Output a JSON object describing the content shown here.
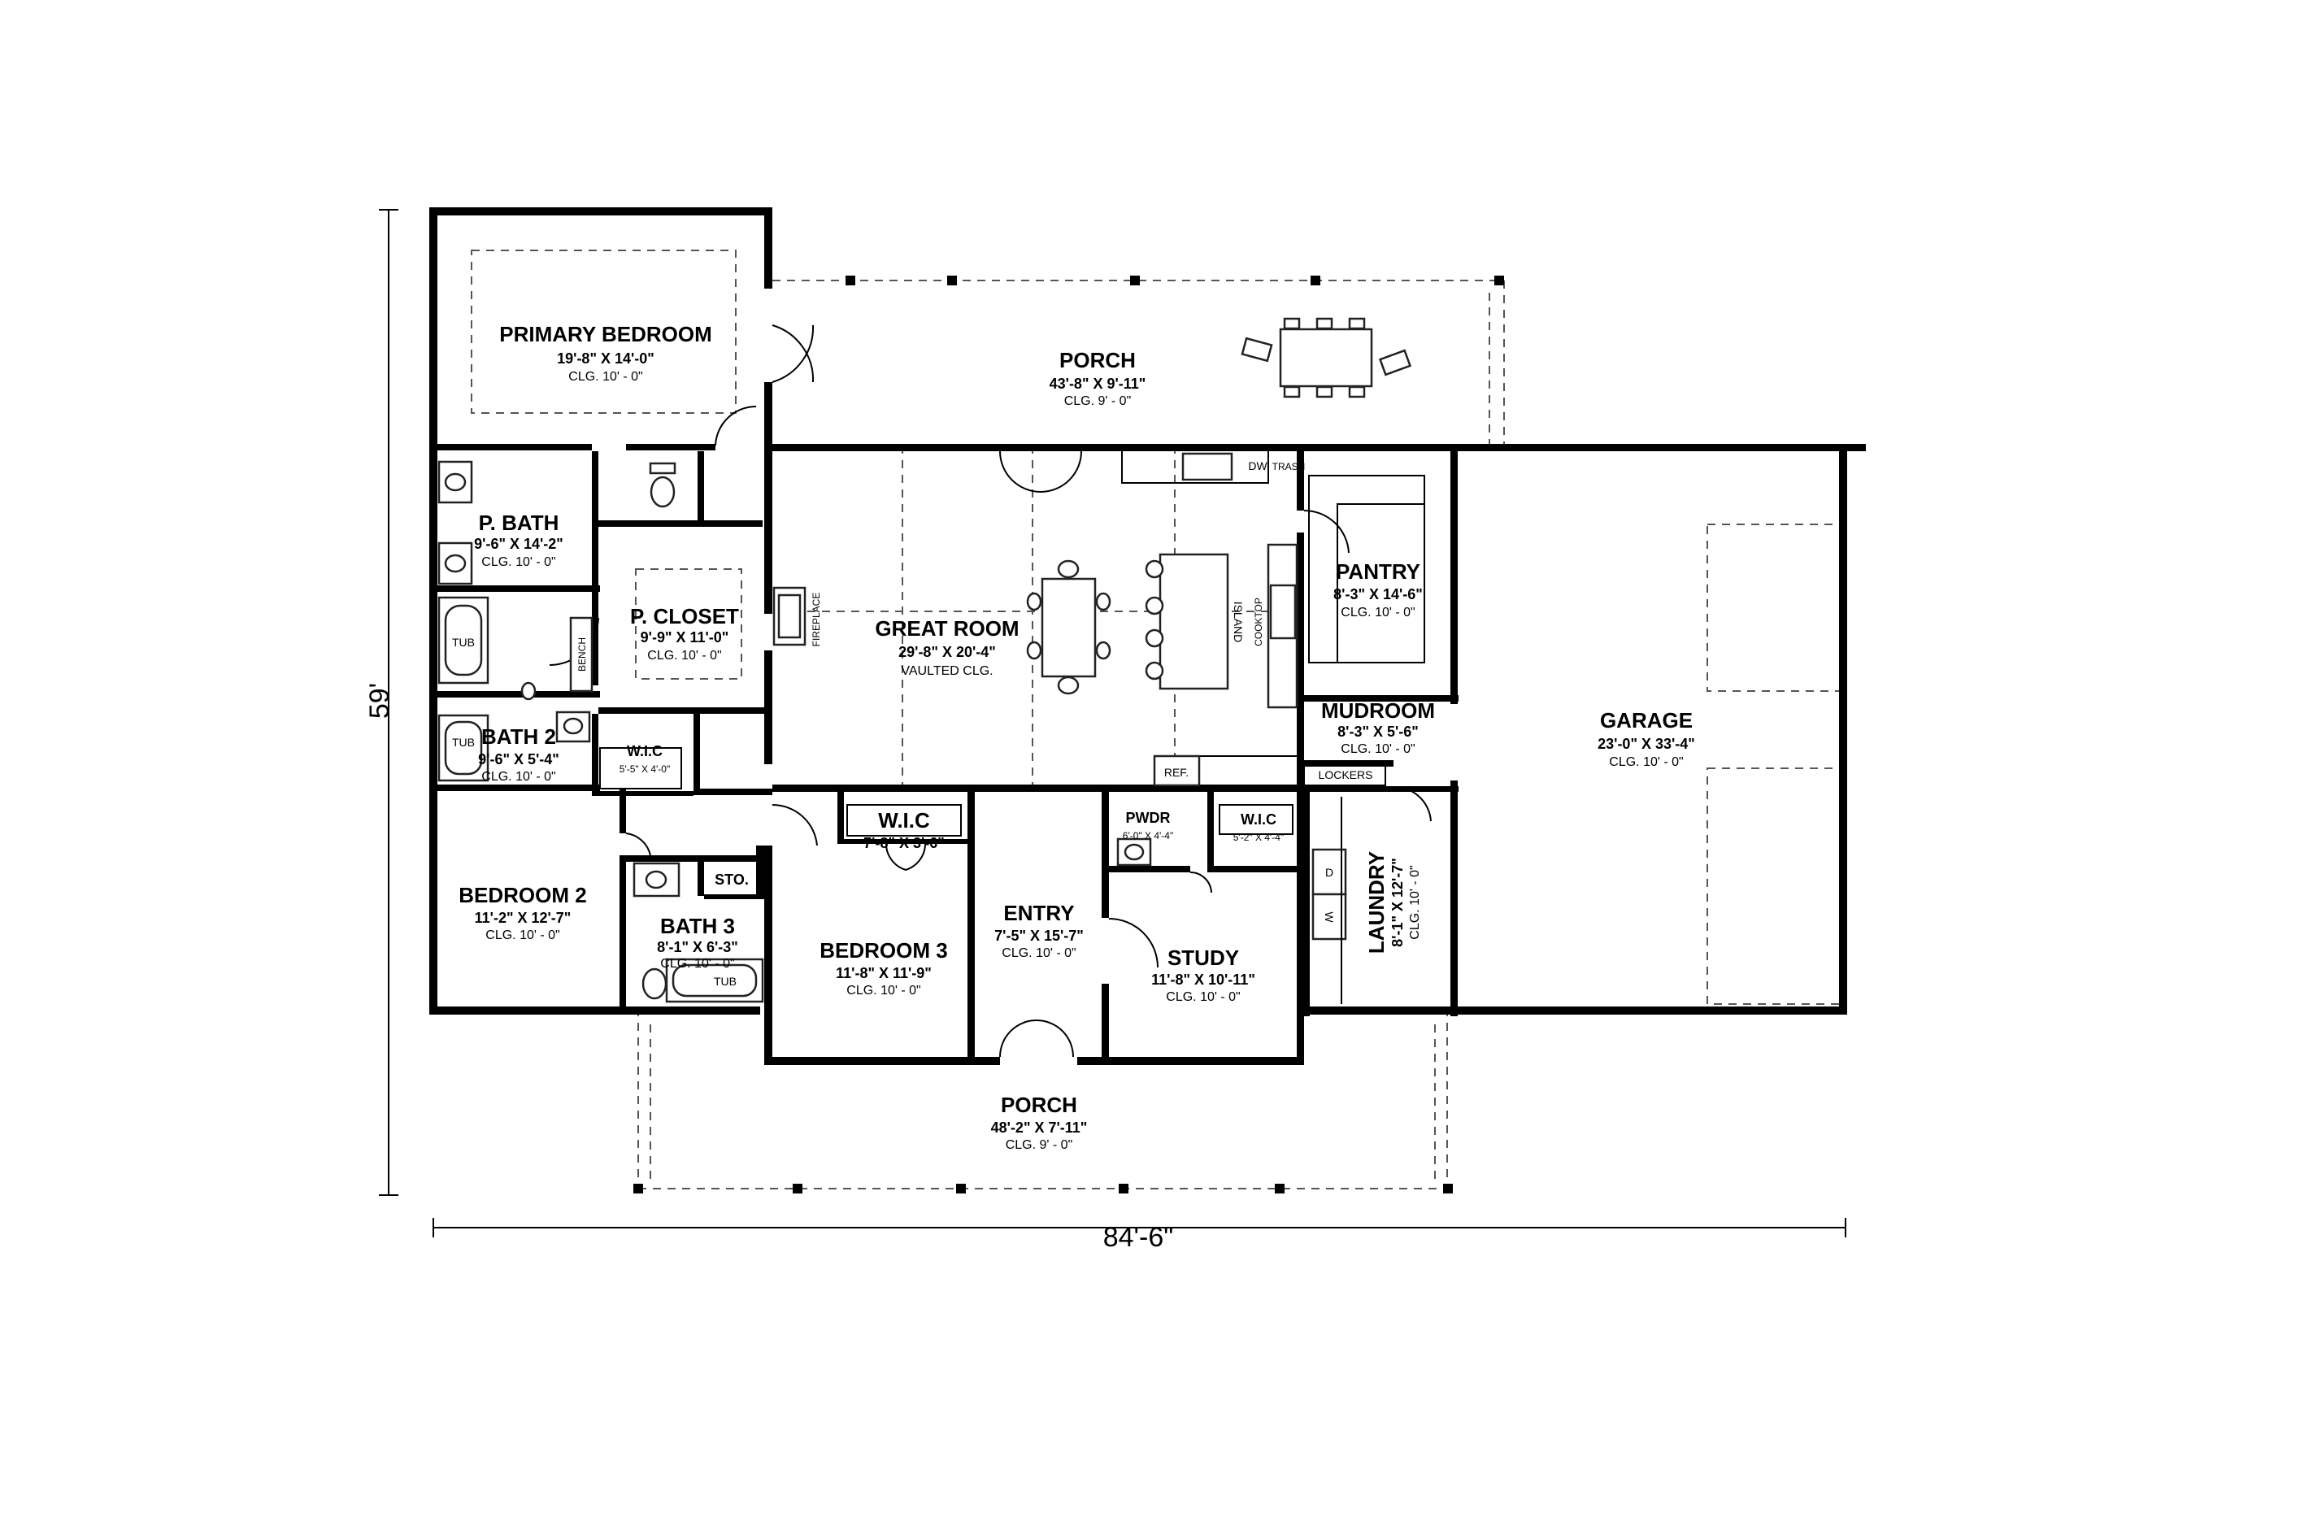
{
  "overall_width": "84'-6\"",
  "overall_depth": "59'",
  "rooms": {
    "primary_bedroom": {
      "name": "PRIMARY BEDROOM",
      "dims": "19'-8\" X 14'-0\"",
      "clg": "CLG. 10' - 0\""
    },
    "rear_porch": {
      "name": "PORCH",
      "dims": "43'-8\" X 9'-11\"",
      "clg": "CLG. 9' - 0\""
    },
    "p_bath": {
      "name": "P. BATH",
      "dims": "9'-6\" X 14'-2\"",
      "clg": "CLG. 10' - 0\""
    },
    "p_closet": {
      "name": "P. CLOSET",
      "dims": "9'-9\" X 11'-0\"",
      "clg": "CLG. 10' - 0\""
    },
    "great_room": {
      "name": "GREAT ROOM",
      "dims": "29'-8\" X 20'-4\"",
      "clg": "VAULTED CLG."
    },
    "pantry": {
      "name": "PANTRY",
      "dims": "8'-3\" X 14'-6\"",
      "clg": "CLG. 10' - 0\""
    },
    "mudroom": {
      "name": "MUDROOM",
      "dims": "8'-3\" X 5'-6\"",
      "clg": "CLG. 10' - 0\""
    },
    "garage": {
      "name": "GARAGE",
      "dims": "23'-0\" X 33'-4\"",
      "clg": "CLG. 10' - 0\""
    },
    "bath_2": {
      "name": "BATH 2",
      "dims": "9'-6\" X 5'-4\"",
      "clg": "CLG. 10' - 0\""
    },
    "wic_bath2": {
      "name": "W.I.C",
      "dims": "5'-5\" X 4'-0\""
    },
    "bedroom_2": {
      "name": "BEDROOM 2",
      "dims": "11'-2\" X 12'-7\"",
      "clg": "CLG. 10' - 0\""
    },
    "sto": {
      "name": "STO."
    },
    "bath_3": {
      "name": "BATH 3",
      "dims": "8'-1\" X 6'-3\"",
      "clg": "CLG. 10' - 0\""
    },
    "wic_bed3": {
      "name": "W.I.C",
      "dims": "7'-8\" X 3'-6\""
    },
    "bedroom_3": {
      "name": "BEDROOM 3",
      "dims": "11'-8\" X 11'-9\"",
      "clg": "CLG. 10' - 0\""
    },
    "entry": {
      "name": "ENTRY",
      "dims": "7'-5\" X 15'-7\"",
      "clg": "CLG. 10' - 0\""
    },
    "pwdr": {
      "name": "PWDR",
      "dims": "6'-0\" X 4'-4\""
    },
    "wic_study": {
      "name": "W.I.C",
      "dims": "5'-2\" X 4'-4\""
    },
    "study": {
      "name": "STUDY",
      "dims": "11'-8\" X 10'-11\"",
      "clg": "CLG. 10' - 0\""
    },
    "laundry": {
      "name": "LAUNDRY",
      "dims": "8'-1\" X 12'-7\"",
      "clg": "CLG. 10' - 0\""
    },
    "front_porch": {
      "name": "PORCH",
      "dims": "48'-2\" X 7'-11\"",
      "clg": "CLG. 9' - 0\""
    }
  },
  "fixtures": {
    "tub": "TUB",
    "bench": "BENCH",
    "fireplace": "FIREPLACE",
    "island": "ISLAND",
    "cooktop": "COOKTOP",
    "dw": "DW",
    "trash": "TRASH",
    "ref": "REF.",
    "lockers": "LOCKERS",
    "dryer": "D",
    "washer": "W"
  }
}
